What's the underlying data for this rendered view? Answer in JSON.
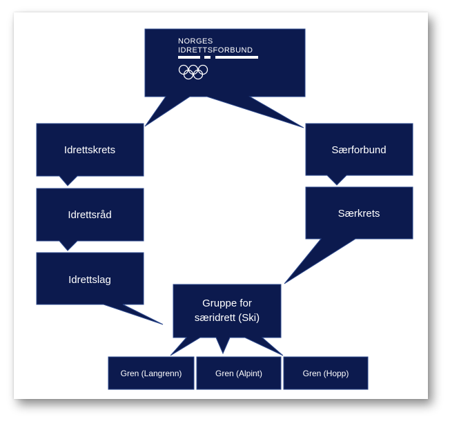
{
  "colors": {
    "box_fill": "#0c1a4e",
    "box_stroke": "#2e4a8e",
    "text": "#ffffff",
    "background": "#ffffff"
  },
  "logo": {
    "line1": "NORGES",
    "line2": "IDRETTSFORBUND",
    "emblem": "olympic-rings-icon"
  },
  "nodes": {
    "idrettskrets": "Idrettskrets",
    "idrettsrad": "Idrettsråd",
    "idrettslag": "Idrettslag",
    "saerforbund": "Særforbund",
    "saerkrets": "Særkrets",
    "gruppe_line1": "Gruppe for",
    "gruppe_line2": "særidrett (Ski)",
    "gren_langrenn": "Gren (Langrenn)",
    "gren_alpint": "Gren (Alpint)",
    "gren_hopp": "Gren (Hopp)"
  }
}
